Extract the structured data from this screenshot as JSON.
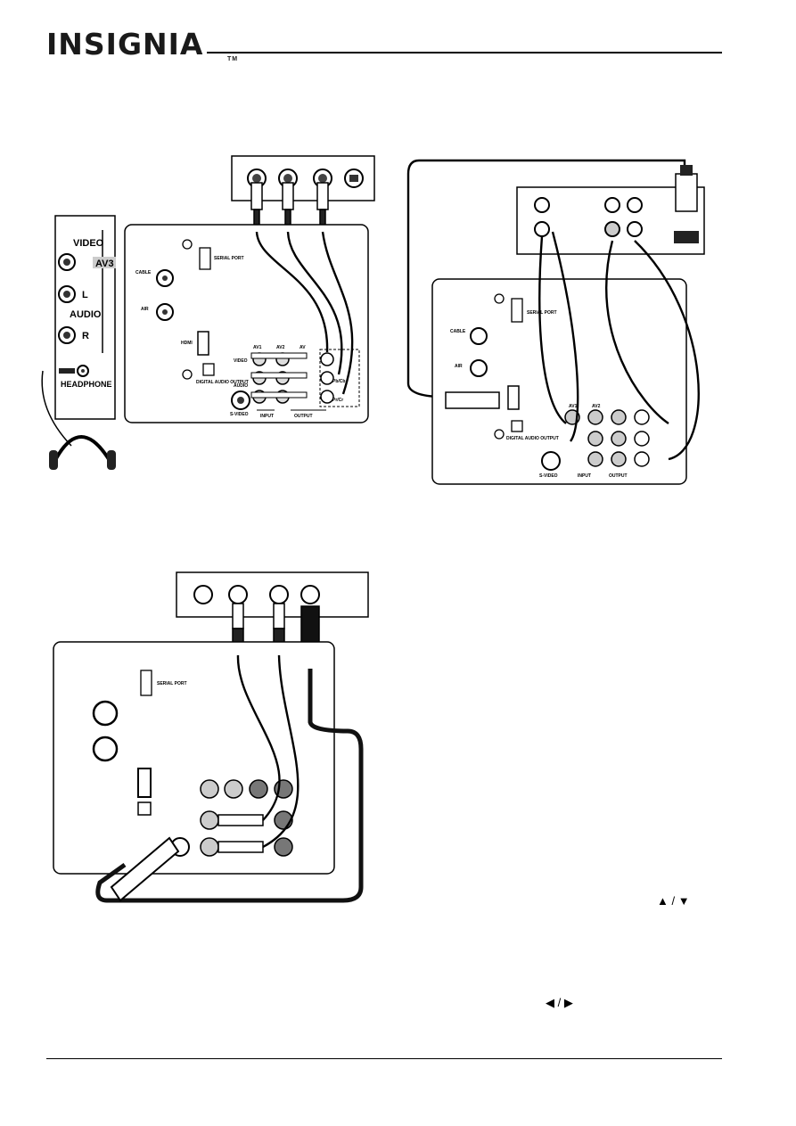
{
  "header": {
    "brand": "INSIGNIA",
    "trademark": "TM"
  },
  "side_panel": {
    "video_label": "VIDEO",
    "av3_label": "AV3",
    "audio_label": "AUDIO",
    "left_label": "L",
    "right_label": "R",
    "headphone_label": "HEADPHONE"
  },
  "rear_panel": {
    "serial_port": "SERIAL PORT",
    "cable": "CABLE",
    "air": "AIR",
    "hdmi": "HDMI",
    "digital_audio_output": "DIGITAL AUDIO OUTPUT",
    "av1": "AV1",
    "av2": "AV2",
    "av": "AV",
    "video": "VIDEO",
    "audio": "AUDIO",
    "s_video": "S-VIDEO",
    "input": "INPUT",
    "output": "OUTPUT",
    "pb_cb": "Pb/Cb",
    "pr_cr": "Pr/Cr"
  },
  "arrows": {
    "up": "▲",
    "down": "▼",
    "left": "◀",
    "right": "▶",
    "separator": "/"
  }
}
